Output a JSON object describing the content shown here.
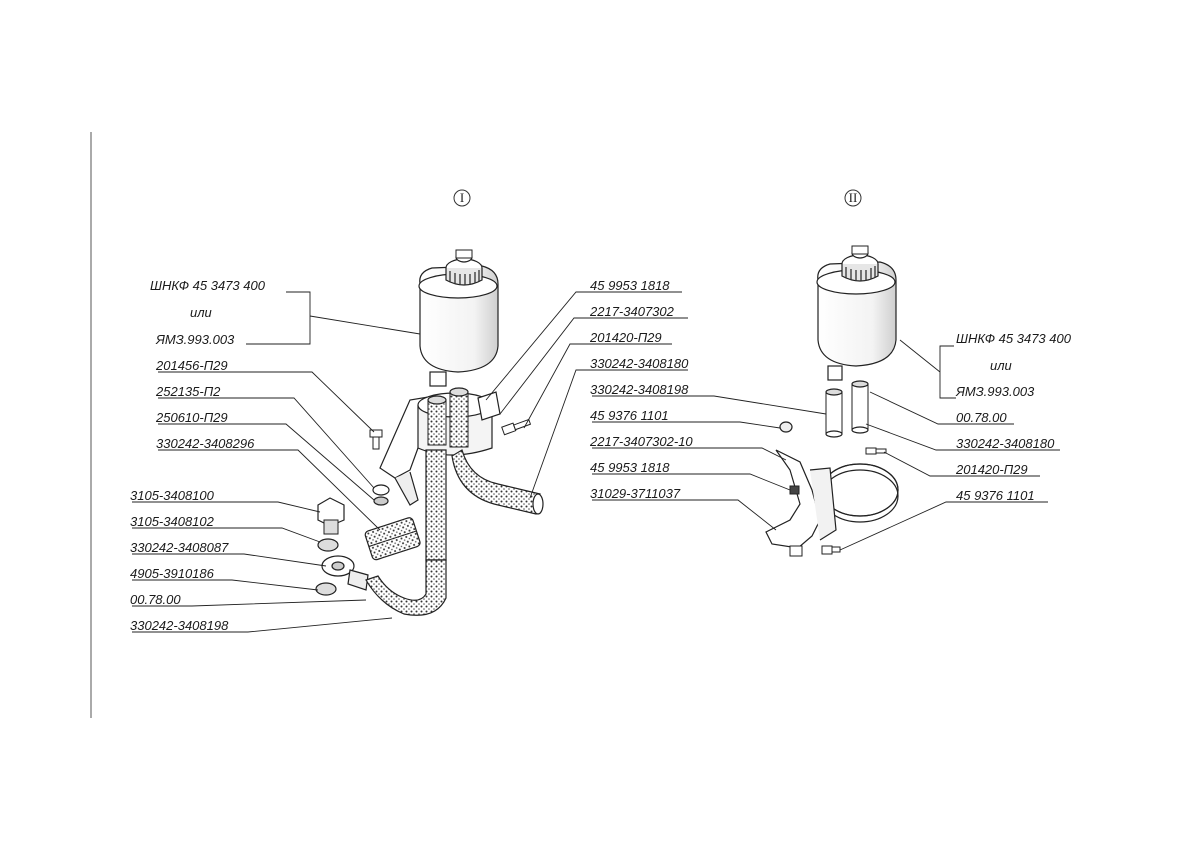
{
  "views": {
    "view1": "I",
    "view2": "II"
  },
  "labels_view1_left": {
    "reservoir_a": "ШНКФ 45 3473 400",
    "reservoir_or": "или",
    "reservoir_b": "ЯМЗ.993.003",
    "l1": "201456-П29",
    "l2": "252135-П2",
    "l3": "250610-П29",
    "l4": "330242-3408296",
    "l5": "3105-3408100",
    "l6": "3105-3408102",
    "l7": "330242-3408087",
    "l8": "4905-3910186",
    "l9": "00.78.00",
    "l10": "330242-3408198"
  },
  "labels_center": {
    "c1": "45 9953 1818",
    "c2": "2217-3407302",
    "c3": "201420-П29",
    "c4": "330242-3408180",
    "c5": "330242-3408198",
    "c6": "45 9376 1101",
    "c7": "2217-3407302-10",
    "c8": "45 9953 1818",
    "c9": "31029-3711037"
  },
  "labels_view2_right": {
    "reservoir_a": "ШНКФ 45 3473 400",
    "reservoir_or": "или",
    "reservoir_b": "ЯМЗ.993.003",
    "r1": "00.78.00",
    "r2": "330242-3408180",
    "r3": "201420-П29",
    "r4": "45 9376 1101"
  }
}
